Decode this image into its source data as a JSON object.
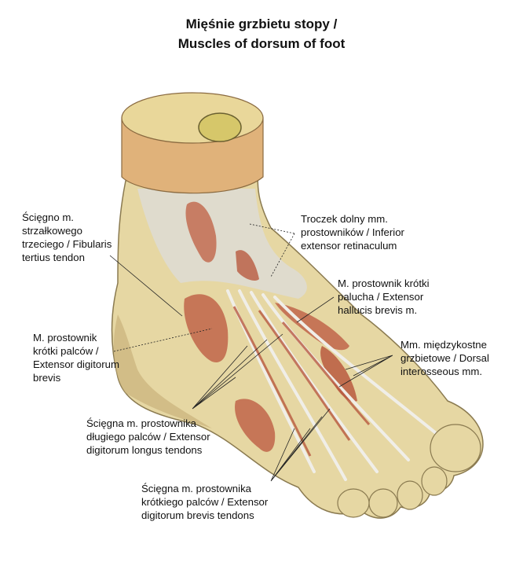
{
  "title": {
    "line1": "Mięśnie grzbietu stopy /",
    "line2": "Muscles of dorsum of foot"
  },
  "labels": [
    {
      "id": "fibularis-tertius",
      "text": "Ścięgno m.\nstrzałkowego\ntrzeciego / Fibularis\ntertius tendon"
    },
    {
      "id": "inferior-extensor-retinaculum",
      "text": "Troczek dolny mm.\nprostowników / Inferior\nextensor retinaculum"
    },
    {
      "id": "extensor-hallucis-brevis",
      "text": "M. prostownik krótki\npalucha / Extensor\nhallucis brevis m."
    },
    {
      "id": "extensor-digitorum-brevis",
      "text": "M. prostownik\nkrótki palców /\nExtensor digitorum\nbrevis"
    },
    {
      "id": "dorsal-interosseous",
      "text": "Mm. międzykostne\ngrzbietowe / Dorsal\ninterosseous mm."
    },
    {
      "id": "extensor-digitorum-longus-tendons",
      "text": "Ścięgna m. prostownika\ndługiego palców / Extensor\ndigitorum longus tendons"
    },
    {
      "id": "extensor-digitorum-brevis-tendons",
      "text": "Ścięgna m. prostownika\nkrótkiego palców / Extensor\ndigitorum brevis tendons"
    }
  ],
  "colors": {
    "skin": "#e8d9a6",
    "skin_shadow": "#c9b27a",
    "muscle": "#c0654a",
    "tendon": "#dcdcd8",
    "bone": "#d8c870",
    "cut": "#e0b27a"
  }
}
